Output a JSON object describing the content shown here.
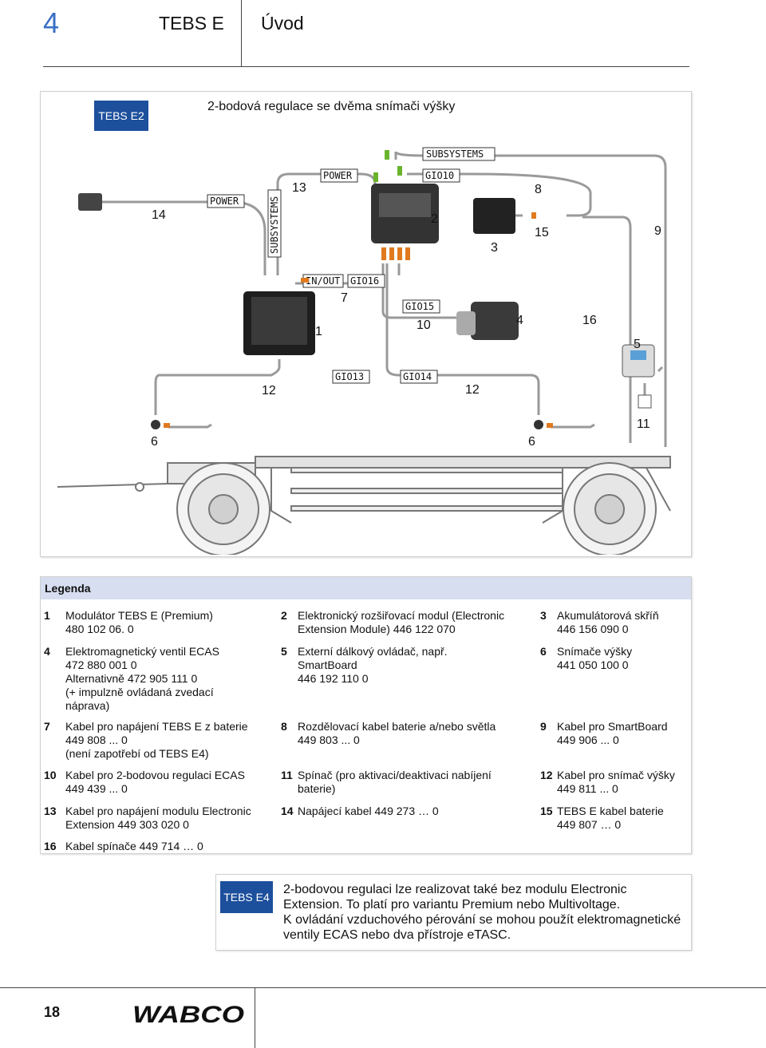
{
  "header": {
    "chapter_num": "4",
    "product": "TEBS E",
    "section": "Úvod"
  },
  "figure": {
    "badge": "TEBS E2",
    "title": "2-bodová regulace se dvěma snímači výšky",
    "labels": [
      "SUBSYSTEMS",
      "POWER",
      "GIO10",
      "POWER",
      "SUBSYSTEMS",
      "IN/OUT",
      "GIO16",
      "GIO15",
      "GIO13",
      "GIO14"
    ],
    "callouts": [
      "14",
      "13",
      "2",
      "8",
      "15",
      "3",
      "9",
      "7",
      "1",
      "10",
      "4",
      "16",
      "5",
      "12",
      "12",
      "6",
      "6",
      "11"
    ]
  },
  "legend": {
    "title": "Legenda",
    "items": [
      {
        "num": "1",
        "text": "Modulátor TEBS E (Premium)\n480 102 06. 0"
      },
      {
        "num": "2",
        "text": "Elektronický rozšiřovací modul (Electronic\nExtension Module) 446 122 070"
      },
      {
        "num": "3",
        "text": "Akumulátorová skříň\n446 156 090 0"
      },
      {
        "num": "4",
        "text": "Elektromagnetický ventil ECAS\n472 880 001 0\nAlternativně 472 905 111 0\n(+ impulzně ovládaná zvedací\nnáprava)"
      },
      {
        "num": "5",
        "text": "Externí dálkový ovládač, např. SmartBoard\n446 192 110 0"
      },
      {
        "num": "6",
        "text": "Snímače výšky\n441 050 100 0"
      },
      {
        "num": "7",
        "text": "Kabel pro napájení TEBS E z baterie\n449 808 ... 0\n(není zapotřebí od TEBS E4)"
      },
      {
        "num": "8",
        "text": "Rozdělovací kabel baterie a/nebo světla\n449 803 ... 0"
      },
      {
        "num": "9",
        "text": "Kabel pro SmartBoard\n449 906 ... 0"
      },
      {
        "num": "10",
        "text": "Kabel pro 2-bodovou regulaci ECAS\n449 439 ... 0"
      },
      {
        "num": "11",
        "text": "Spínač (pro aktivaci/deaktivaci nabíjení\nbaterie)"
      },
      {
        "num": "12",
        "text": "Kabel pro snímač výšky\n449 811 ... 0"
      },
      {
        "num": "13",
        "text": "Kabel pro napájení modulu Electronic\nExtension 449 303 020 0"
      },
      {
        "num": "14",
        "text": "Napájecí kabel 449 273 … 0"
      },
      {
        "num": "15",
        "text": "TEBS E kabel baterie\n449 807 … 0"
      },
      {
        "num": "16",
        "text": "Kabel spínače 449 714 … 0"
      }
    ]
  },
  "note": {
    "badge": "TEBS E4",
    "text1": "2-bodovou regulaci lze realizovat také bez modulu Electronic Extension. To platí pro variantu Premium nebo Multivoltage.",
    "text2": "K ovládání vzduchového pérování se mohou použít elektromagnetické ventily ECAS nebo dva přístroje eTASC."
  },
  "footer": {
    "page": "18",
    "logo": "WABCO"
  }
}
